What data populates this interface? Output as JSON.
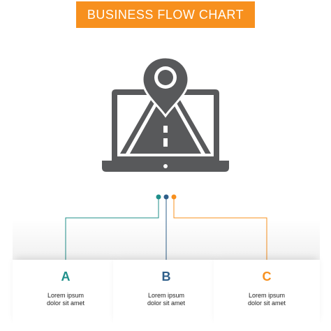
{
  "header": {
    "title": "BUSINESS FLOW CHART"
  },
  "icon": {
    "name": "laptop-location-pin-road-icon",
    "color": "#58595b"
  },
  "colors": {
    "title_bg": "#f7901e",
    "title_text": "#ffffff",
    "teal": "#1f8f8a",
    "navy": "#2e5f8a",
    "orange": "#f7901e",
    "text": "#222222"
  },
  "steps": [
    {
      "letter": "A",
      "line1": "Lorem ipsum",
      "line2": "dolor sit amet",
      "color": "#1f8f8a"
    },
    {
      "letter": "B",
      "line1": "Lorem ipsum",
      "line2": "dolor sit amet",
      "color": "#2e5f8a"
    },
    {
      "letter": "C",
      "line1": "Lorem ipsum",
      "line2": "dolor sit amet",
      "color": "#f7901e"
    }
  ]
}
